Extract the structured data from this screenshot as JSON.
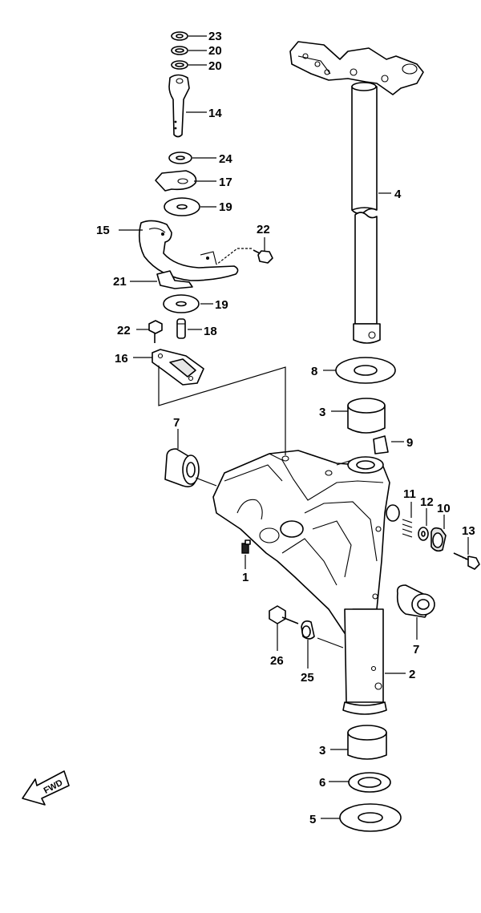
{
  "fwd_label": "FWD",
  "callouts": {
    "c23": "23",
    "c20a": "20",
    "c20b": "20",
    "c14": "14",
    "c24": "24",
    "c17": "17",
    "c19a": "19",
    "c15": "15",
    "c22a": "22",
    "c21": "21",
    "c19b": "19",
    "c22b": "22",
    "c18": "18",
    "c16": "16",
    "c4": "4",
    "c8": "8",
    "c3a": "3",
    "c9": "9",
    "c7a": "7",
    "c11": "11",
    "c12": "12",
    "c10": "10",
    "c13": "13",
    "c1": "1",
    "c7b": "7",
    "c26": "26",
    "c25": "25",
    "c2": "2",
    "c3b": "3",
    "c6": "6",
    "c5": "5"
  }
}
